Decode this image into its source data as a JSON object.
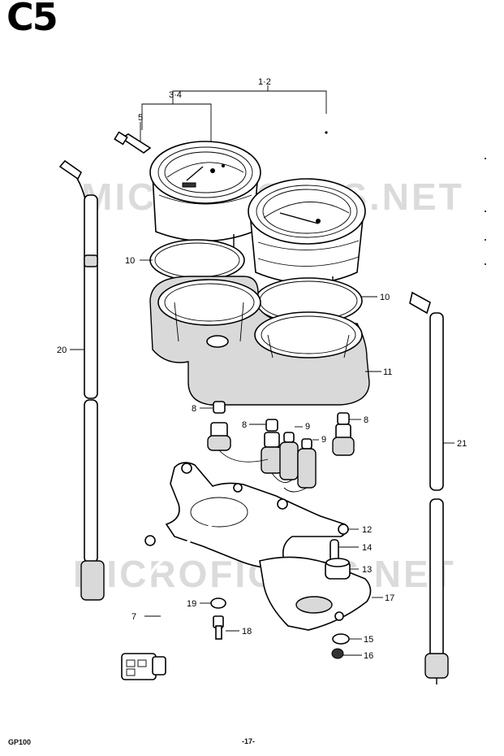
{
  "header": {
    "page_code": "C5"
  },
  "footer": {
    "model": "GP100",
    "page_number": "-17-"
  },
  "watermark": {
    "text": "MICROFICHES.NET"
  },
  "callouts": {
    "c1_2": "1·2",
    "c3_4": "3·4",
    "c5": "5",
    "c7": "7",
    "c8a": "8",
    "c8b": "8",
    "c8c": "8",
    "c9a": "9",
    "c9b": "9",
    "c10a": "10",
    "c10b": "10",
    "c11": "11",
    "c12": "12",
    "c13": "13",
    "c14": "14",
    "c15": "15",
    "c16": "16",
    "c17": "17",
    "c18": "18",
    "c19": "19",
    "c20": "20",
    "c21": "21"
  }
}
